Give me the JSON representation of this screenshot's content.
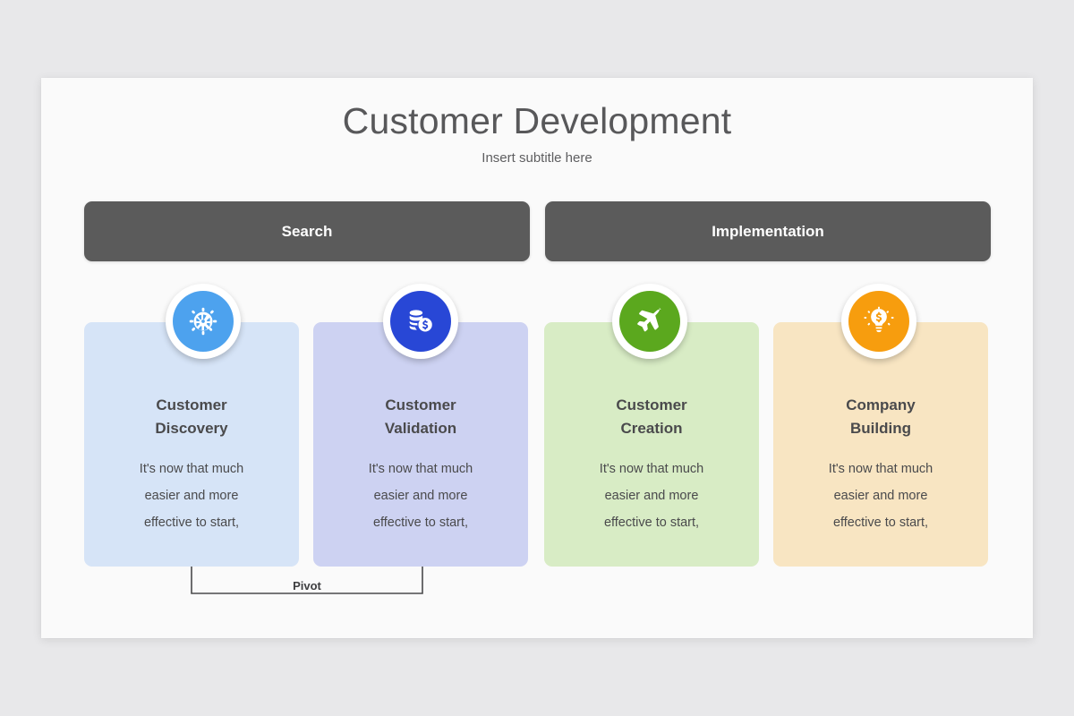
{
  "slide": {
    "title": "Customer Development",
    "subtitle": "Insert subtitle here",
    "background_color": "#fafafa",
    "canvas_color": "#e8e8ea"
  },
  "phases": [
    {
      "label": "Search",
      "color": "#5b5b5b"
    },
    {
      "label": "Implementation",
      "color": "#5b5b5b"
    }
  ],
  "cards": [
    {
      "title": "Customer\nDiscovery",
      "body": "It's now that much\neasier and more\neffective to start,",
      "background_color": "#d6e4f7",
      "icon_name": "ship-wheel-icon",
      "icon_color": "#4da2ee"
    },
    {
      "title": "Customer\nValidation",
      "body": "It's now that much\neasier and more\neffective to start,",
      "background_color": "#cdd2f2",
      "icon_name": "money-coins-icon",
      "icon_color": "#2847d6"
    },
    {
      "title": "Customer\nCreation",
      "body": "It's now that much\neasier and more\neffective to start,",
      "background_color": "#d8ecc5",
      "icon_name": "airplane-icon",
      "icon_color": "#5ba81e"
    },
    {
      "title": "Company\nBuilding",
      "body": "It's now that much\neasier and more\neffective to start,",
      "background_color": "#f8e5c2",
      "icon_name": "lightbulb-dollar-icon",
      "icon_color": "#f79d0e"
    }
  ],
  "pivot": {
    "label": "Pivot"
  }
}
